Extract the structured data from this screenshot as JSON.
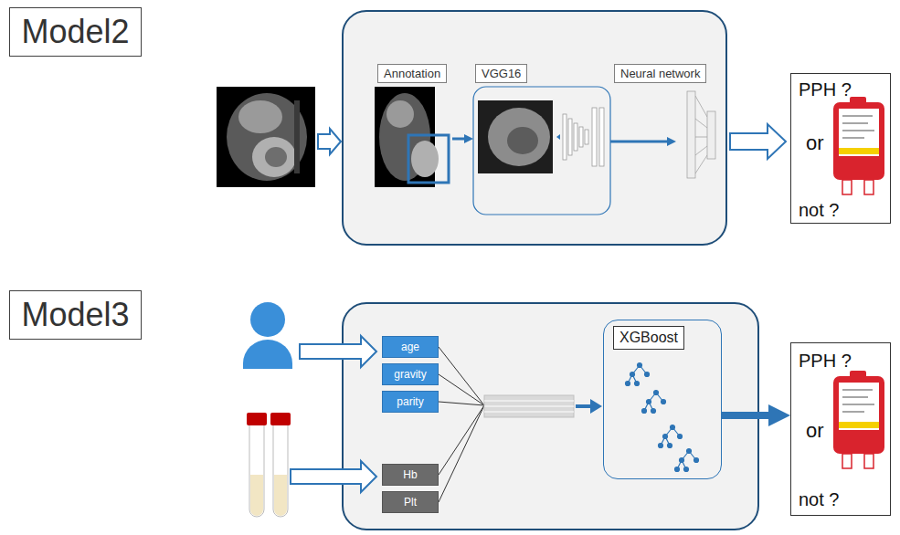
{
  "diagram": {
    "nodes": [
      {
        "text": [
          "Model2"
        ]
      },
      {
        "text": [
          "Annotation"
        ]
      },
      {
        "text": [
          "VGG16"
        ]
      },
      {
        "text": [
          "Neural network"
        ]
      },
      {
        "text": [
          "PPH ?",
          "or",
          "not ?"
        ]
      },
      {
        "text": [
          "Model3"
        ]
      },
      {
        "text": [
          "age"
        ]
      },
      {
        "text": [
          "gravity"
        ]
      },
      {
        "text": [
          "parity"
        ]
      },
      {
        "text": [
          "Hb"
        ]
      },
      {
        "text": [
          "Plt"
        ]
      },
      {
        "text": [
          "XGBoost"
        ]
      },
      {
        "text": [
          "PPH ?",
          "or",
          "not ?"
        ]
      }
    ],
    "edges": [
      {
        "from": 1,
        "to": 2,
        "arrow": "to"
      },
      {
        "from": 2,
        "to": 3,
        "arrow": "to"
      },
      {
        "from": 11,
        "to": 12,
        "arrow": "to"
      }
    ]
  }
}
